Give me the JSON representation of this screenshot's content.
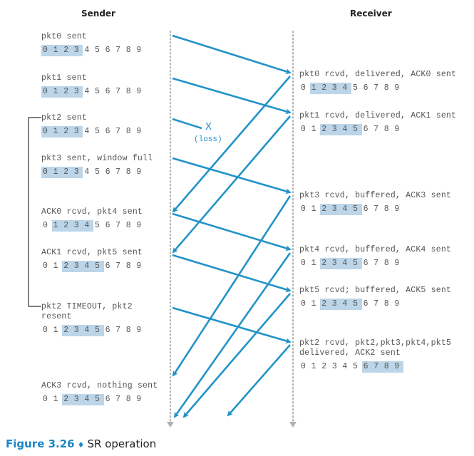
{
  "titles": {
    "sender": "Sender",
    "receiver": "Receiver"
  },
  "colors": {
    "arrow": "#2193c8",
    "highlight": "#bcd5e8",
    "timeline": "#b0b0b0",
    "caption_accent": "#1a86c4"
  },
  "loss": {
    "mark": "X",
    "label": "(loss)"
  },
  "sender_events": [
    {
      "text": "pkt0 sent",
      "window": [
        0,
        1,
        2,
        3
      ]
    },
    {
      "text": "pkt1 sent",
      "window": [
        0,
        1,
        2,
        3
      ]
    },
    {
      "text": "pkt2 sent",
      "window": [
        0,
        1,
        2,
        3
      ]
    },
    {
      "text": "pkt3 sent, window full",
      "window": [
        0,
        1,
        2,
        3
      ]
    },
    {
      "text": "ACK0 rcvd, pkt4 sent",
      "window": [
        1,
        2,
        3,
        4
      ]
    },
    {
      "text": "ACK1 rcvd, pkt5 sent",
      "window": [
        2,
        3,
        4,
        5
      ]
    },
    {
      "text": "pkt2 TIMEOUT, pkt2\nresent",
      "window": [
        2,
        3,
        4,
        5
      ]
    },
    {
      "text": "ACK3 rcvd, nothing sent",
      "window": [
        2,
        3,
        4,
        5
      ]
    }
  ],
  "receiver_events": [
    {
      "text": "pkt0 rcvd, delivered, ACK0 sent",
      "window": [
        1,
        2,
        3,
        4
      ]
    },
    {
      "text": "pkt1 rcvd, delivered, ACK1 sent",
      "window": [
        2,
        3,
        4,
        5
      ]
    },
    {
      "text": "pkt3 rcvd, buffered, ACK3 sent",
      "window": [
        2,
        3,
        4,
        5
      ]
    },
    {
      "text": "pkt4 rcvd, buffered, ACK4 sent",
      "window": [
        2,
        3,
        4,
        5
      ]
    },
    {
      "text": "pkt5 rcvd; buffered, ACK5 sent",
      "window": [
        2,
        3,
        4,
        5
      ]
    },
    {
      "text": "pkt2 rcvd, pkt2,pkt3,pkt4,pkt5\ndelivered, ACK2 sent",
      "window": [
        6,
        7,
        8,
        9
      ]
    }
  ],
  "sequence_numbers": [
    0,
    1,
    2,
    3,
    4,
    5,
    6,
    7,
    8,
    9
  ],
  "messages": [
    {
      "name": "pkt0",
      "direction": "sender-to-receiver",
      "lost": false
    },
    {
      "name": "pkt1",
      "direction": "sender-to-receiver",
      "lost": false
    },
    {
      "name": "pkt2",
      "direction": "sender-to-receiver",
      "lost": true
    },
    {
      "name": "pkt3",
      "direction": "sender-to-receiver",
      "lost": false
    },
    {
      "name": "ACK0",
      "direction": "receiver-to-sender",
      "lost": false
    },
    {
      "name": "ACK1",
      "direction": "receiver-to-sender",
      "lost": false
    },
    {
      "name": "pkt4",
      "direction": "sender-to-receiver",
      "lost": false
    },
    {
      "name": "pkt5",
      "direction": "sender-to-receiver",
      "lost": false
    },
    {
      "name": "ACK3",
      "direction": "receiver-to-sender",
      "lost": false
    },
    {
      "name": "pkt2-resend",
      "direction": "sender-to-receiver",
      "lost": false
    },
    {
      "name": "ACK4",
      "direction": "receiver-to-sender",
      "lost": false
    },
    {
      "name": "ACK5",
      "direction": "receiver-to-sender",
      "lost": false
    },
    {
      "name": "ACK2",
      "direction": "receiver-to-sender",
      "lost": false
    }
  ],
  "caption": {
    "figure": "Figure 3.26",
    "separator": "♦",
    "title": "SR operation"
  }
}
